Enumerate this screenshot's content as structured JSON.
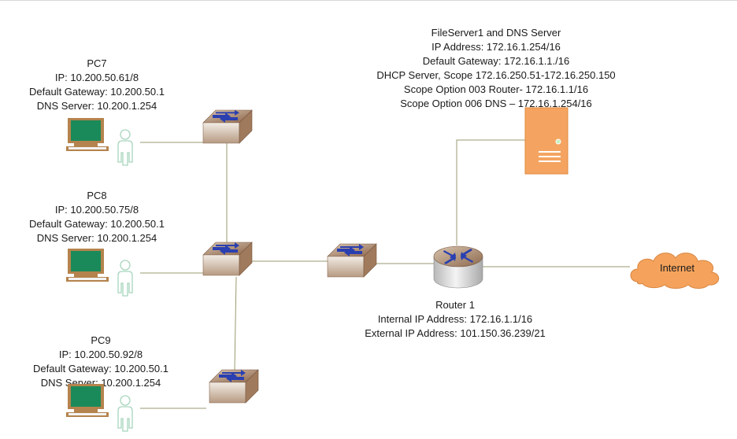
{
  "pcs": [
    {
      "name": "PC7",
      "ip": "IP: 10.200.50.61/8",
      "gateway": "Default Gateway: 10.200.50.1",
      "dns": "DNS Server: 10.200.1.254"
    },
    {
      "name": "PC8",
      "ip": "IP: 10.200.50.75/8",
      "gateway": "Default Gateway: 10.200.50.1",
      "dns": "DNS Server: 10.200.1.254"
    },
    {
      "name": "PC9",
      "ip": "IP: 10.200.50.92/8",
      "gateway": "Default Gateway: 10.200.50.1",
      "dns": "DNS Server: 10.200.1.254"
    }
  ],
  "server": {
    "title": "FileServer1 and DNS Server",
    "ip": "IP Address: 172.16.1.254/16",
    "gateway": "Default Gateway: 172.16.1.1./16",
    "dhcp": "DHCP Server, Scope 172.16.250.51-172.16.250.150",
    "opt003": "Scope Option 003 Router- 172.16.1.1/16",
    "opt006": "Scope Option 006 DNS – 172.16.1.254/16"
  },
  "router": {
    "name": "Router 1",
    "internal": "Internal IP Address: 172.16.1.1/16",
    "external": "External IP Address: 101.150.36.239/21"
  },
  "internet": {
    "label": "Internet"
  },
  "colors": {
    "pc_green": "#1b8a5a",
    "pc_frame": "#b5834d",
    "switch_top": "#a07a5c",
    "arrow_blue": "#2a3fb0",
    "server_orange": "#f4a460",
    "cloud_orange": "#f5a35c",
    "link": "#9a9a70"
  },
  "icons": {
    "pc": "laptop-icon",
    "user": "user-icon",
    "switch": "switch-icon",
    "router": "router-icon",
    "server": "server-icon",
    "cloud": "cloud-icon"
  }
}
